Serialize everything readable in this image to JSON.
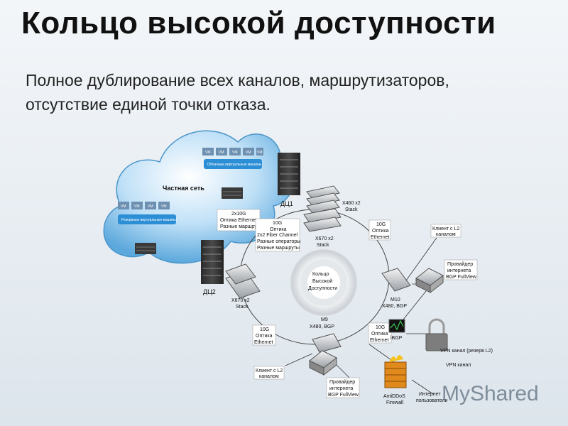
{
  "title": "Кольцо высокой доступности",
  "subtitle_line1": "Полное дублирование всех каналов, маршрутизаторов,",
  "subtitle_line2": "отсутствие единой точки отказа.",
  "cloud": {
    "label": "Частная сеть",
    "vm": "VM",
    "pool_top": "Облачные виртуальные машины",
    "pool_bottom": "Резервные виртуальные машины"
  },
  "dc1": "ДЦ1",
  "dc2": "ДЦ2",
  "center_line1": "Кольцо",
  "center_line2": "Высокой",
  "center_line3": "Доступности",
  "labels": {
    "x460_l1": "X460 x2",
    "x460_l2": "Stack",
    "x670a_l1": "X670 x2",
    "x670a_l2": "Stack",
    "x670b_l1": "X670 x2",
    "x670b_l2": "Stack",
    "m10_l1": "M10",
    "m10_l2": "X480, BGP",
    "m9_l1": "M9",
    "m9_l2": "X480, BGP",
    "link_2x10g_l1": "2x10G",
    "link_2x10g_l2": "Оптика Ethernet",
    "link_2x10g_l3": "Разные маршруты",
    "link_10g_fc_l1": "10G",
    "link_10g_fc_l2": "Оптика",
    "link_10g_fc_l3": "2x2 Fiber Channel",
    "link_10g_fc_l4": "Разные операторы",
    "link_10g_fc_l5": "Разные маршруты",
    "link_10g_right_l1": "10G",
    "link_10g_right_l2": "Оптика",
    "link_10g_right_l3": "Ethernet",
    "link_10g_left_l1": "10G",
    "link_10g_left_l2": "Оптика",
    "link_10g_left_l3": "Ethernet",
    "link_10g_bottom_l1": "10G",
    "link_10g_bottom_l2": "Оптика",
    "link_10g_bottom_l3": "Ethernet",
    "client_l2_top_l1": "Клиент с L2",
    "client_l2_top_l2": "каналом",
    "client_l2_bottom_l1": "Клиент с L2",
    "client_l2_bottom_l2": "каналом",
    "isp_top_l1": "Провайдер",
    "isp_top_l2": "интернета",
    "isp_top_l3": "BGP FullView",
    "isp_bottom_l1": "Провайдер",
    "isp_bottom_l2": "интернета",
    "isp_bottom_l3": "BGP FullView",
    "ibgp": "iBGP",
    "vpn_reserve": "VPN канал (резерв L2)",
    "vpn": "VPN канал",
    "antiddos_l1": "AntiDDoS",
    "antiddos_l2": "Firewall",
    "internet_users_l1": "Интернет",
    "internet_users_l2": "пользователи"
  },
  "watermark": "MyShared"
}
